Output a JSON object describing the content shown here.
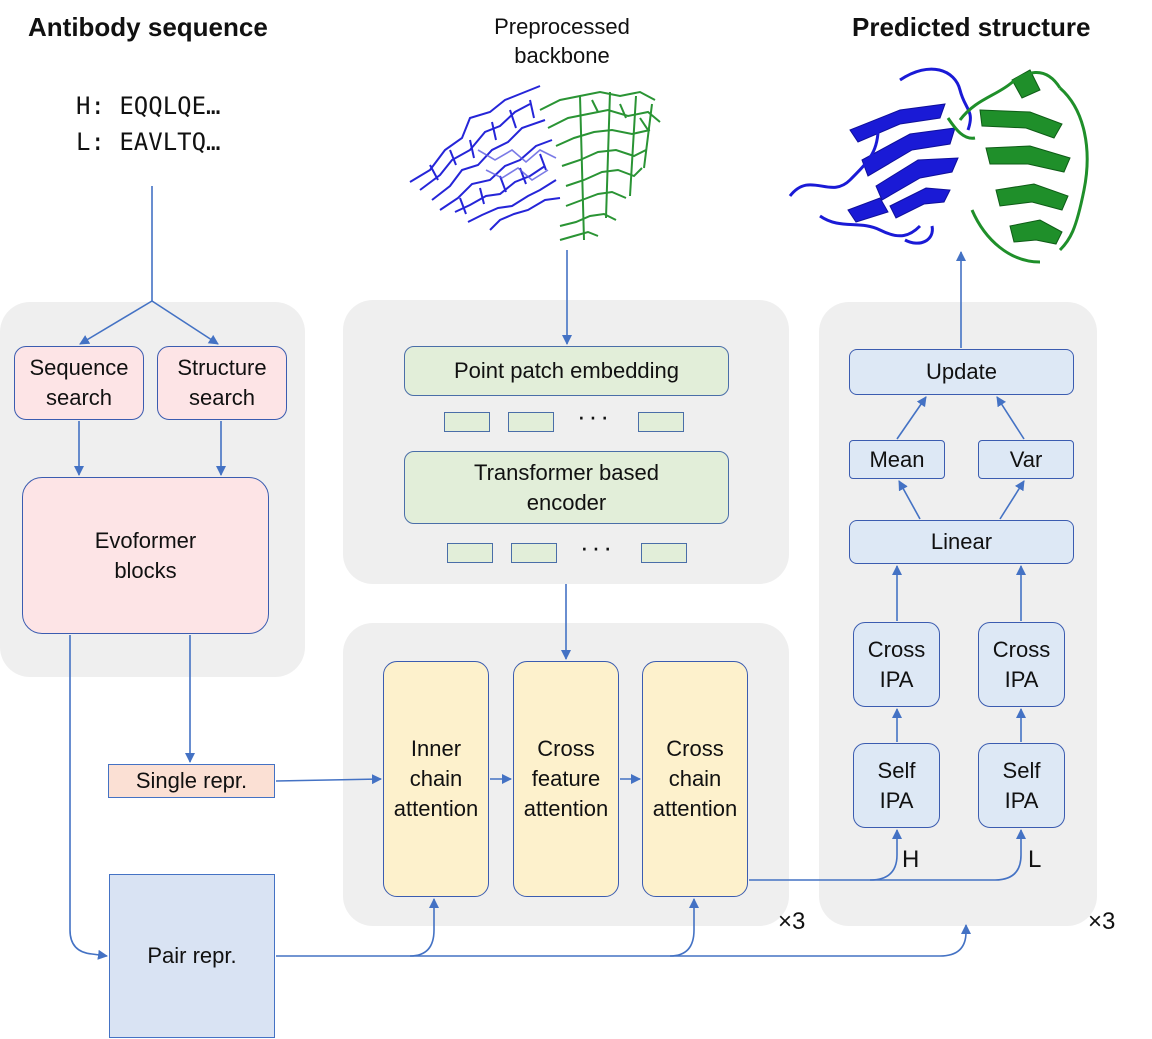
{
  "titles": {
    "left": "Antibody sequence",
    "middle": "Preprocessed\nbackbone",
    "right": "Predicted structure"
  },
  "sequences": {
    "heavy": "H: EQQLQE…",
    "light": "L: EAVLTQ…"
  },
  "left_panel": {
    "sequence_search": "Sequence\nsearch",
    "structure_search": "Structure\nsearch",
    "evoformer": "Evoformer\nblocks"
  },
  "middle_panel": {
    "point_patch": "Point patch embedding",
    "encoder": "Transformer based\nencoder",
    "dots": "···"
  },
  "attention_panel": {
    "inner": "Inner\nchain\nattention",
    "cross_feature": "Cross\nfeature\nattention",
    "cross_chain": "Cross\nchain\nattention",
    "repeat": "×3"
  },
  "right_panel": {
    "update": "Update",
    "mean": "Mean",
    "var": "Var",
    "linear": "Linear",
    "cross_ipa": "Cross\nIPA",
    "self_ipa": "Self\nIPA",
    "h": "H",
    "l": "L",
    "repeat": "×3"
  },
  "representations": {
    "single": "Single repr.",
    "pair": "Pair repr."
  },
  "colors": {
    "heavy_chain": "#1a1ad6",
    "light_chain": "#1f8f2a",
    "arrow": "#4472c4"
  }
}
